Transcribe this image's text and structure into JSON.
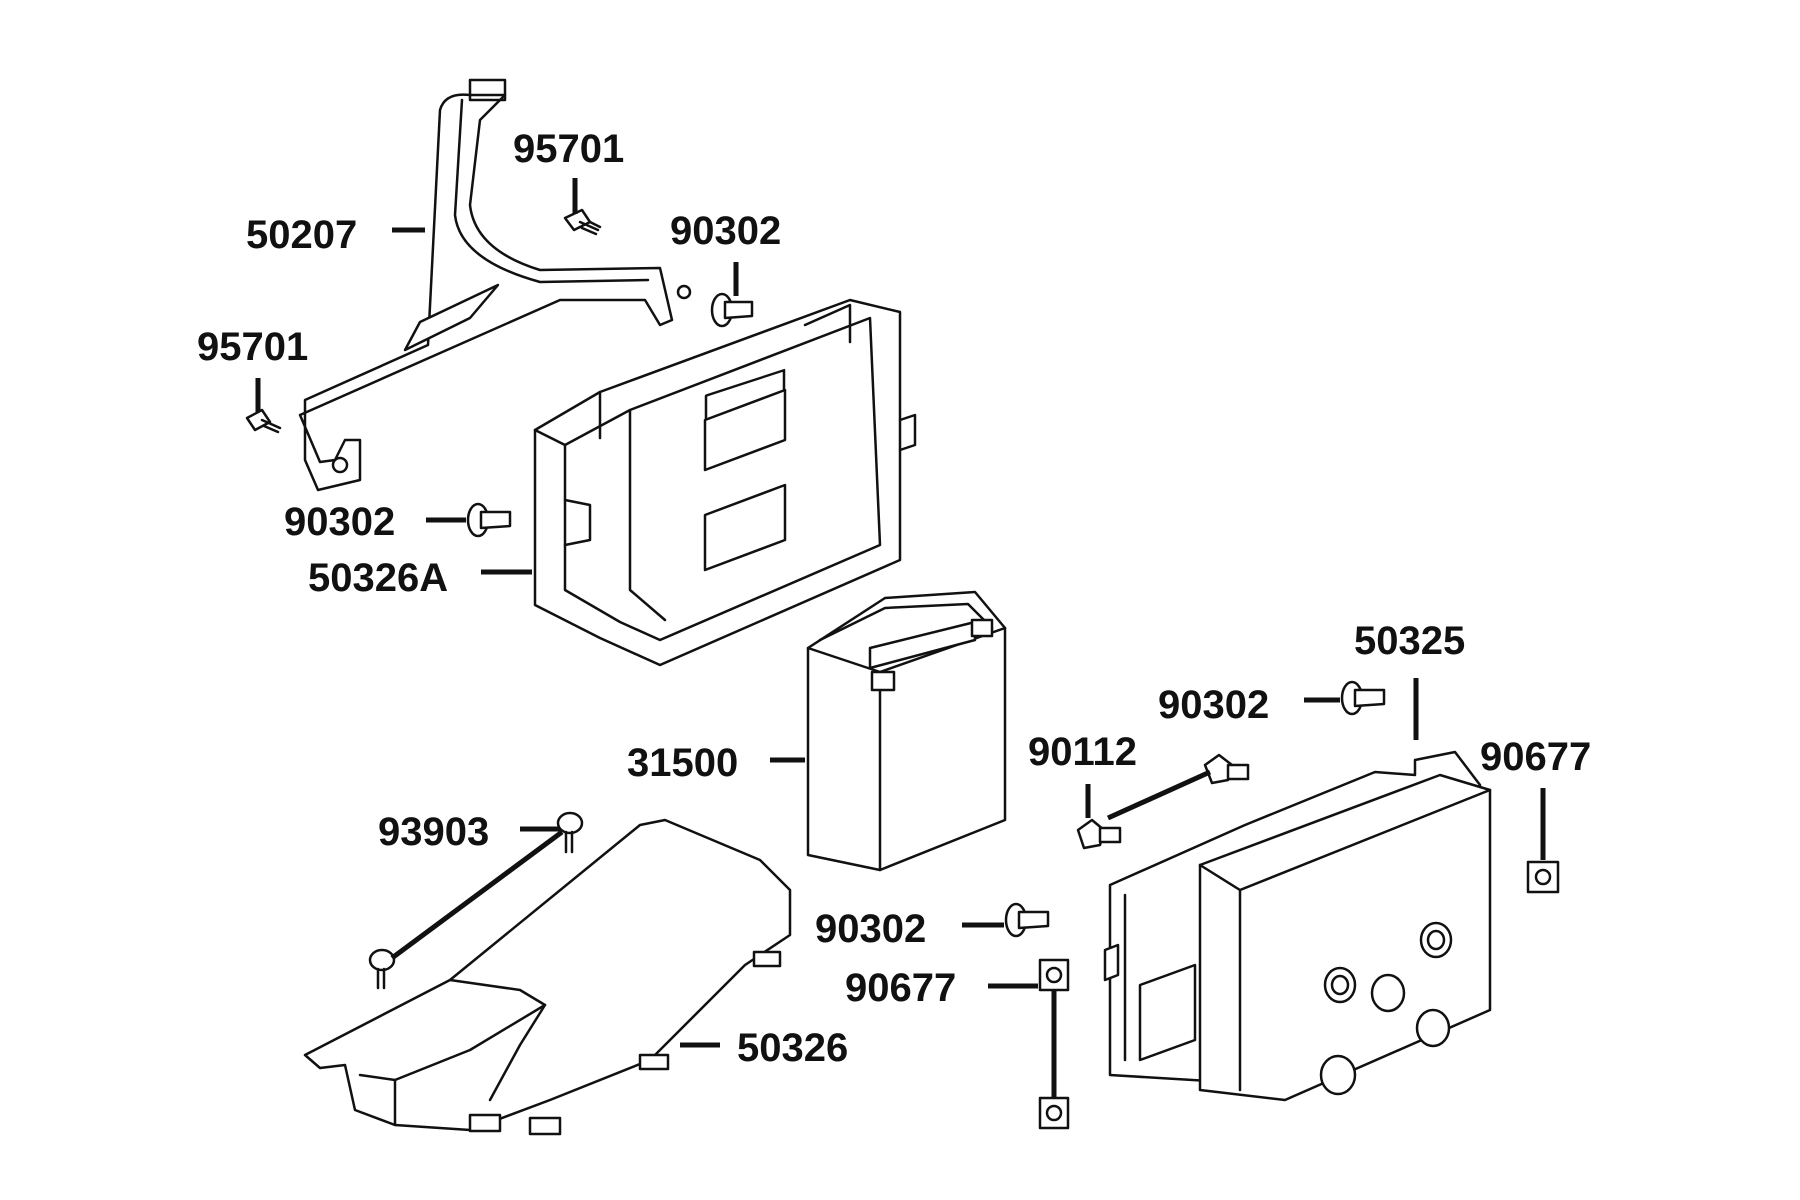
{
  "diagram": {
    "callouts": [
      {
        "id": "50207",
        "text": "50207"
      },
      {
        "id": "95701_top",
        "text": "95701"
      },
      {
        "id": "95701_left",
        "text": "95701"
      },
      {
        "id": "90302_top",
        "text": "90302"
      },
      {
        "id": "90302_left",
        "text": "90302"
      },
      {
        "id": "50326A",
        "text": "50326A"
      },
      {
        "id": "31500",
        "text": "31500"
      },
      {
        "id": "50325",
        "text": "50325"
      },
      {
        "id": "90302_right",
        "text": "90302"
      },
      {
        "id": "90112",
        "text": "90112"
      },
      {
        "id": "90677_right",
        "text": "90677"
      },
      {
        "id": "93903",
        "text": "93903"
      },
      {
        "id": "90302_bottom",
        "text": "90302"
      },
      {
        "id": "90677_bottom",
        "text": "90677"
      },
      {
        "id": "50326",
        "text": "50326"
      }
    ]
  }
}
